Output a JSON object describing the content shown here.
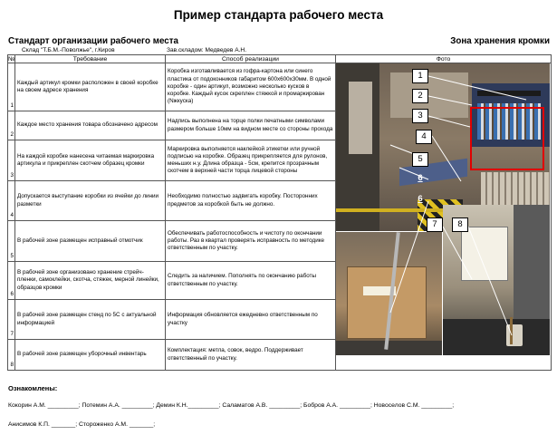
{
  "title": "Пример стандарта рабочего места",
  "subtitle": "Стандарт организации рабочего места",
  "zone": "Зона хранения кромки",
  "meta": {
    "warehouse": "Склад \"Т.Б.М.-Поволжье\", г.Киров",
    "manager": "Зав.складом: Медведев А.Н."
  },
  "table": {
    "headers": [
      "№",
      "Требование",
      "Способ реализации",
      "Фото"
    ],
    "rows": [
      {
        "num": "1",
        "req": "Каждый артикул кромки расположен в своей коробке на своем адресе хранения",
        "impl": "Коробка изготавливается из гофра-картона или синего пластика от подоконников габаритом 600х600х30мм. В одной коробке - один артикул, возможно несколько кусков в коробке. Каждый кусок скреплен стяжкой и промаркирован (Nжкуска)"
      },
      {
        "num": "2",
        "req": "Каждое место хранения товара обозначено адресом",
        "impl": "Надпись выполнена на торце полки печатными символами размером больше 10мм на видном месте со стороны прохода"
      },
      {
        "num": "3",
        "req": "На каждой коробке нанесена читаемая маркировка артикула и прикреплен скотчем образец кромки",
        "impl": "Маркировка выполняется наклейкой этикетки или ручной подписью на коробке. Образец прикрепляется для рулонов, меньших н.у. Длина образца - 5см, крепится прозрачным скотчем в верхней части торца лицевой стороны"
      },
      {
        "num": "4",
        "req": "Допускается выступание коробки из ячейки до линии разметки",
        "impl": "Необходимо полностью задвигать коробку. Посторонних предметов за коробкой быть не должно."
      },
      {
        "num": "5",
        "req": "В рабочей зоне размещен исправный отмотчик",
        "impl": "Обеспечивать работоспособность и чистоту по окончании работы. Раз в квартал проверять исправность по методике ответственным по участку."
      },
      {
        "num": "6",
        "req": "В рабочей зоне организовано хранение стрейч-пленки, самоклейки, скотча, стяжек, мерной линейки, образцов кромки",
        "impl": "Следить за наличием. Пополнять по окончанию работы ответственным по участку."
      },
      {
        "num": "7",
        "req": "В рабочей зоне размещен стенд по 5С с актуальной информацией",
        "impl": "Информация обновляется ежедневно ответственным по участку"
      },
      {
        "num": "8",
        "req": "В рабочей зоне размещен уборочный инвентарь",
        "impl": "Комплектация: метла, совок, ведро. Поддерживает ответственный по участку."
      }
    ]
  },
  "callouts": [
    "1",
    "2",
    "3",
    "4",
    "5",
    "6",
    "6",
    "7",
    "8"
  ],
  "acknowledged": {
    "heading": "Ознакомлены:",
    "line1": "Кокорин А.М. _________; Потемин А.А. _________; Демин К.Н._________; Саламатов А.В. _________; Бобров А.А. _________;  Новоселов С.М. _________;",
    "line2": "Анисимов К.П. _______; Стороженко А.М. _______;"
  }
}
